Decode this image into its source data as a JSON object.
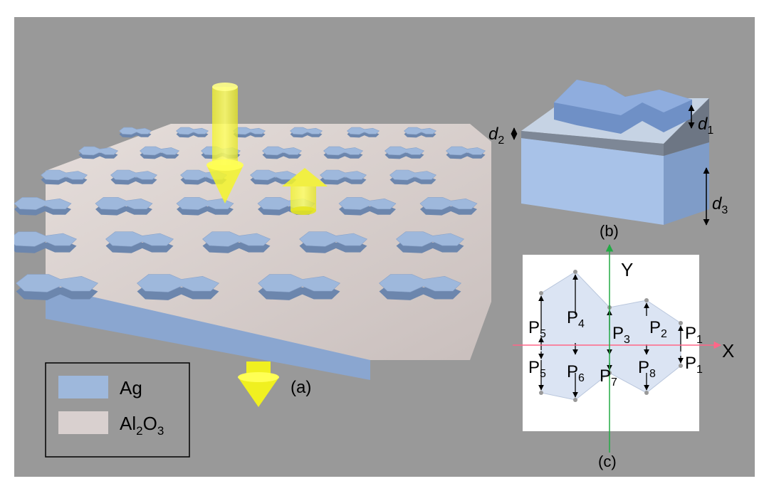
{
  "panels": {
    "a": {
      "label": "(a)"
    },
    "b": {
      "label": "(b)"
    },
    "c": {
      "label": "(c)"
    }
  },
  "legend": {
    "items": [
      {
        "name": "Ag",
        "color": "#9eb8dc"
      },
      {
        "name": "Al",
        "sub": "2",
        "name2": "O",
        "sub2": "3",
        "color": "#d9d0cf"
      }
    ]
  },
  "dimensions": {
    "d1": {
      "main": "d",
      "sub": "1"
    },
    "d2": {
      "main": "d",
      "sub": "2"
    },
    "d3": {
      "main": "d",
      "sub": "3"
    }
  },
  "axes": {
    "x": "X",
    "y": "Y"
  },
  "points": {
    "P1a": {
      "main": "P",
      "sub": "1"
    },
    "P1b": {
      "main": "P",
      "sub": "1"
    },
    "P2": {
      "main": "P",
      "sub": "2"
    },
    "P3": {
      "main": "P",
      "sub": "3"
    },
    "P4": {
      "main": "P",
      "sub": "4"
    },
    "P5a": {
      "main": "P",
      "sub": "5"
    },
    "P5b": {
      "main": "P",
      "sub": "5"
    },
    "P6": {
      "main": "P",
      "sub": "6"
    },
    "P7": {
      "main": "P",
      "sub": "7"
    },
    "P8": {
      "main": "P",
      "sub": "8"
    }
  },
  "colors": {
    "ag": "#9eb8dc",
    "alumina": "#d9d0cf",
    "background": "#999999",
    "beam": "#ffff33",
    "x_axis": "#ff6688",
    "y_axis": "#22aa44"
  }
}
